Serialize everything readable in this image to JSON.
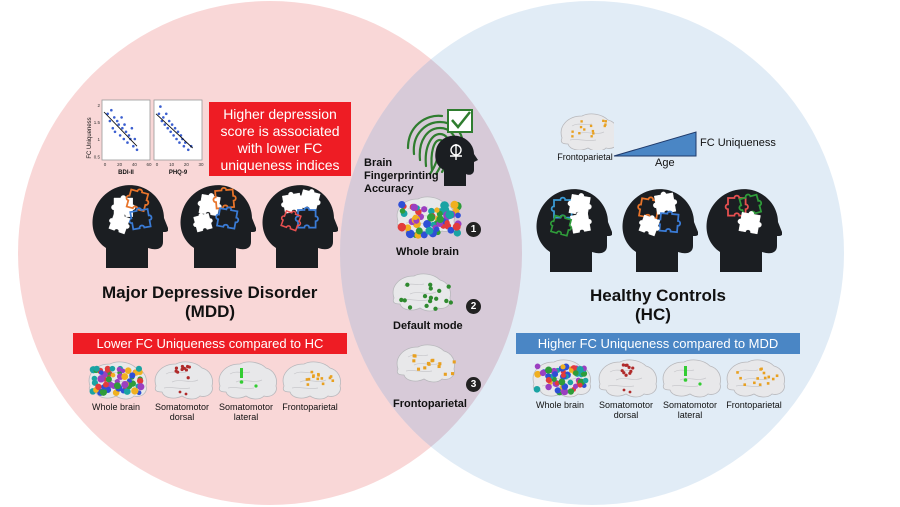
{
  "colors": {
    "mdd_circle": "#f8d0d0",
    "hc_circle": "#d7e5f3",
    "red_box": "#ee1c24",
    "blue_box": "#4a86c5",
    "head": "#1b1e22",
    "whole_brain_nodes": [
      "#e23b3b",
      "#2e4fd6",
      "#2f9c3a",
      "#f0b020",
      "#9b3fc1",
      "#1aa3a3"
    ],
    "default_mode_nodes": "#2f8a2f",
    "frontoparietal_nodes": "#e8a020",
    "somatomotor_dorsal_nodes": "#b02a2a",
    "somatomotor_lateral_nodes": "#33cc33"
  },
  "mdd": {
    "title": "Major Depressive Disorder",
    "abbr": "(MDD)",
    "finding": "Higher depression score is associated with lower FC uniqueness indices",
    "comparison": "Lower FC Uniqueness compared to HC",
    "scatter_ylabel": "FC Uniqueness",
    "scatter_left_xlabel": "BDI-II",
    "scatter_right_xlabel": "PHQ-9",
    "scatter_left_yticks": [
      "2",
      "1.5",
      "1",
      "0.5"
    ],
    "scatter_left_xticks": [
      "0",
      "20",
      "40",
      "60"
    ],
    "scatter_right_xticks": [
      "0",
      "10",
      "20",
      "30"
    ],
    "networks": [
      "Whole brain",
      "Somatomotor dorsal",
      "Somatomotor lateral",
      "Frontoparietal"
    ]
  },
  "center": {
    "label": "Brain Fingerprinting Accuracy",
    "items": [
      {
        "rank": "1",
        "label": "Whole brain"
      },
      {
        "rank": "2",
        "label": "Default mode"
      },
      {
        "rank": "3",
        "label": "Frontoparietal"
      }
    ]
  },
  "hc": {
    "title": "Healthy Controls",
    "abbr": "(HC)",
    "comparison": "Higher FC Uniqueness compared to MDD",
    "age_network": "Frontoparietal",
    "age_label": "Age",
    "fc_label": "FC Uniqueness",
    "networks": [
      "Whole brain",
      "Somatomotor dorsal",
      "Somatomotor lateral",
      "Frontoparietal"
    ]
  },
  "chart_data": [
    {
      "type": "scatter",
      "xlabel": "BDI-II",
      "ylabel": "FC Uniqueness",
      "xlim": [
        0,
        60
      ],
      "ylim": [
        0.5,
        2
      ],
      "x": [
        5,
        8,
        10,
        12,
        14,
        15,
        18,
        20,
        22,
        24,
        25,
        27,
        28,
        30,
        32,
        34,
        36,
        38,
        40,
        42,
        45
      ],
      "y": [
        1.7,
        1.5,
        1.8,
        1.3,
        1.6,
        1.2,
        1.5,
        1.4,
        1.1,
        1.6,
        1.3,
        1.0,
        1.4,
        1.2,
        0.9,
        1.1,
        1.0,
        1.3,
        0.8,
        1.0,
        0.7
      ],
      "trend": [
        [
          0,
          1.75
        ],
        [
          45,
          0.8
        ]
      ]
    },
    {
      "type": "scatter",
      "xlabel": "PHQ-9",
      "ylabel": "",
      "xlim": [
        0,
        30
      ],
      "ylim": [
        0.5,
        2
      ],
      "x": [
        2,
        3,
        4,
        5,
        6,
        7,
        8,
        9,
        10,
        11,
        12,
        13,
        14,
        15,
        16,
        17,
        18,
        19,
        20,
        22,
        24
      ],
      "y": [
        1.7,
        1.9,
        1.5,
        1.6,
        1.4,
        1.7,
        1.3,
        1.5,
        1.2,
        1.4,
        1.1,
        1.3,
        1.0,
        1.2,
        0.9,
        1.1,
        1.0,
        0.8,
        0.9,
        0.7,
        0.8
      ],
      "trend": [
        [
          0,
          1.7
        ],
        [
          25,
          0.75
        ]
      ]
    }
  ]
}
